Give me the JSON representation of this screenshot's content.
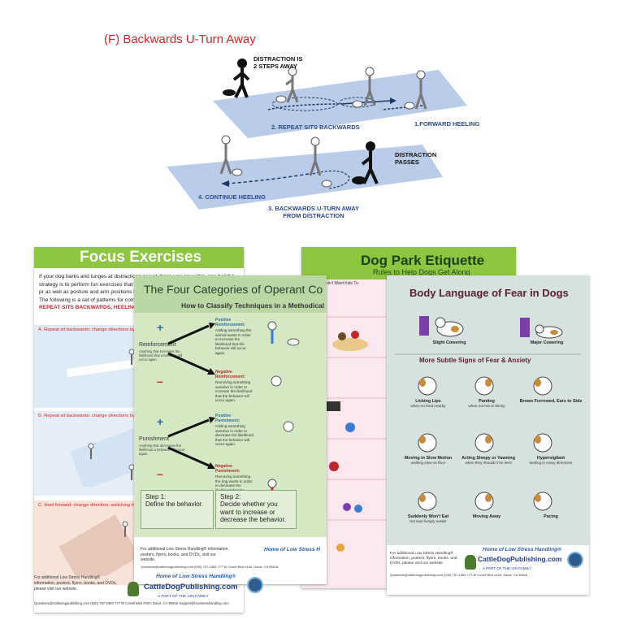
{
  "diagram": {
    "title": "(F) Backwards U-Turn Away",
    "distraction_steps": "DISTRACTION is\n2 STEPS AWAY",
    "label_repeat_sits": "2. REPEAT SITS BACKWARDS",
    "label_forward_heeling": "1.FORWARD HEELING",
    "label_distraction_passes": "DISTRACTION\nPASSES",
    "label_continue_heeling": "4. CONTINUE HEELING",
    "label_u_turn": "3. BACKWARDS U-TURN AWAY\nFROM DISTRACTION",
    "colors": {
      "title": "#d8232a",
      "path": "#b9cdea",
      "label": "#2a4a8a"
    }
  },
  "focus_poster": {
    "title": "Focus Exercises",
    "intro_1": "If your dog barks and lunges at distractions or just drags you on walks, one helpful strategy is to perform fun exercises that he",
    "intro_2": "exercises work best if you adopt quick, pr",
    "intro_3": "as well as posture and arm positions that s",
    "intro_4": "The following is a set of patterns for comb",
    "intro_bold": "REPEAT SITS BACKWARDS, HEELING, REPEAT",
    "caption_a": "A. Repeat sit backwards: change directions by turning repeat sits backwards.",
    "caption_b": "B. Repeat sit backwards: change directions by turning",
    "caption_c": "C. Heel forward: change direction, switching to repeat",
    "colors": {
      "header": "#8dc63f"
    }
  },
  "park_poster": {
    "title": "Dog Park Etiquette",
    "subtitle": "Rules to Help Dogs Get Along",
    "col_header": "You Wouldn't Want Kids To:",
    "colors": {
      "header": "#8dc63f",
      "body": "#fbe8ef"
    }
  },
  "operant_poster": {
    "title": "The Four Categories of Operant Co",
    "subtitle": "How to Classify Techniques in a Methodical",
    "reinforcement": "Reinforcement",
    "reinforcement_desc": "Anything that increases the likelihood that a behavior will occur again.",
    "punishment": "Punishment",
    "punishment_desc": "Anything that decreases the likelihood a behavior will occur again.",
    "positive_reinforcement": "Positive Reinforcement:",
    "positive_reinforcement_desc": "Adding something the animal wants in order to increase the likelihood that the behavior will occur again.",
    "negative_reinforcement": "Negative Reinforcement:",
    "negative_reinforcement_desc": "Removing something aversive in order to increase the likelihood that the behavior will occur again.",
    "positive_punishment": "Positive Punishment:",
    "positive_punishment_desc": "Adding something aversive in order to decrease the likelihood that the behavior will occur again.",
    "negative_punishment": "Negative Punishment:",
    "negative_punishment_desc": "Removing something the dog wants in order to decrease the likelihood that the behavior will occur again.",
    "step1_title": "Step 1:",
    "step1_body": "Define the behavior.",
    "step2_title": "Step 2:",
    "step2_body": "Decide whether you want to increase or decrease the behavior.",
    "footer_text": "For additional Low Stress Handling® information, posters, flyers, books, and DVDs, visit our website.",
    "footer_contact": "Questions@cattledogpublishing.com  (530) 757-2383  777 W Covell Blvd #100, Davis, CA 95616",
    "footer_home": "Home of Low Stress H",
    "colors": {
      "bg": "#b9d8a4",
      "title": "#1f3d2b",
      "plus": "#2a6da8",
      "minus": "#c0272d"
    }
  },
  "fear_poster": {
    "title": "Body Language of Fear in Dogs",
    "slight_cowering": "Slight Cowering",
    "major_cowering": "Major Cowering",
    "section": "More Subtle Signs of Fear & Anxiety",
    "signs": [
      {
        "name": "Licking Lips",
        "detail": "when no food nearby"
      },
      {
        "name": "Panting",
        "detail": "when not hot or thirsty"
      },
      {
        "name": "Brows Furrowed, Ears to Side",
        "detail": ""
      },
      {
        "name": "Moving in Slow Motion",
        "detail": "walking slow on floor"
      },
      {
        "name": "Acting Sleepy or Yawning",
        "detail": "when they shouldn't be tired"
      },
      {
        "name": "Hypervigilant",
        "detail": "looking in many directions"
      },
      {
        "name": "Suddenly Won't Eat",
        "detail": "but was hungry earlier"
      },
      {
        "name": "Moving Away",
        "detail": ""
      },
      {
        "name": "Pacing",
        "detail": ""
      }
    ],
    "footer_text": "For additional Low Stress Handling® information, posters, flyers, books, and DVDs, please visit our website.",
    "footer_home": "Home of Low Stress Handling®",
    "footer_brand": "CattleDogPublishing.com",
    "footer_part": "A PART OF THE VIN FAMILY",
    "footer_contact": "Questions@cattledogpublishing.com  (530) 757-2383  777 W Covell Blvd #100, Davis, CA 95616",
    "colors": {
      "bg": "#d6e2df",
      "title": "#5b1c34",
      "dog_patch": "#c98b3a",
      "cower_purple": "#7b3ea8"
    }
  },
  "footer": {
    "text": "For additional Low Stress Handling® information, posters, flyers, books, and DVDs, please visit our website.",
    "home": "Home of Low Stress Handling®",
    "brand": "CattleDogPublishing.com",
    "part": "A PART OF THE VIN FAMILY",
    "contact": "Questions@cattledogpublishing.com   (530) 757-2383   777 W Covell Blvd #100, Davis, CA 95616   Support@lowstresshandling.com"
  }
}
